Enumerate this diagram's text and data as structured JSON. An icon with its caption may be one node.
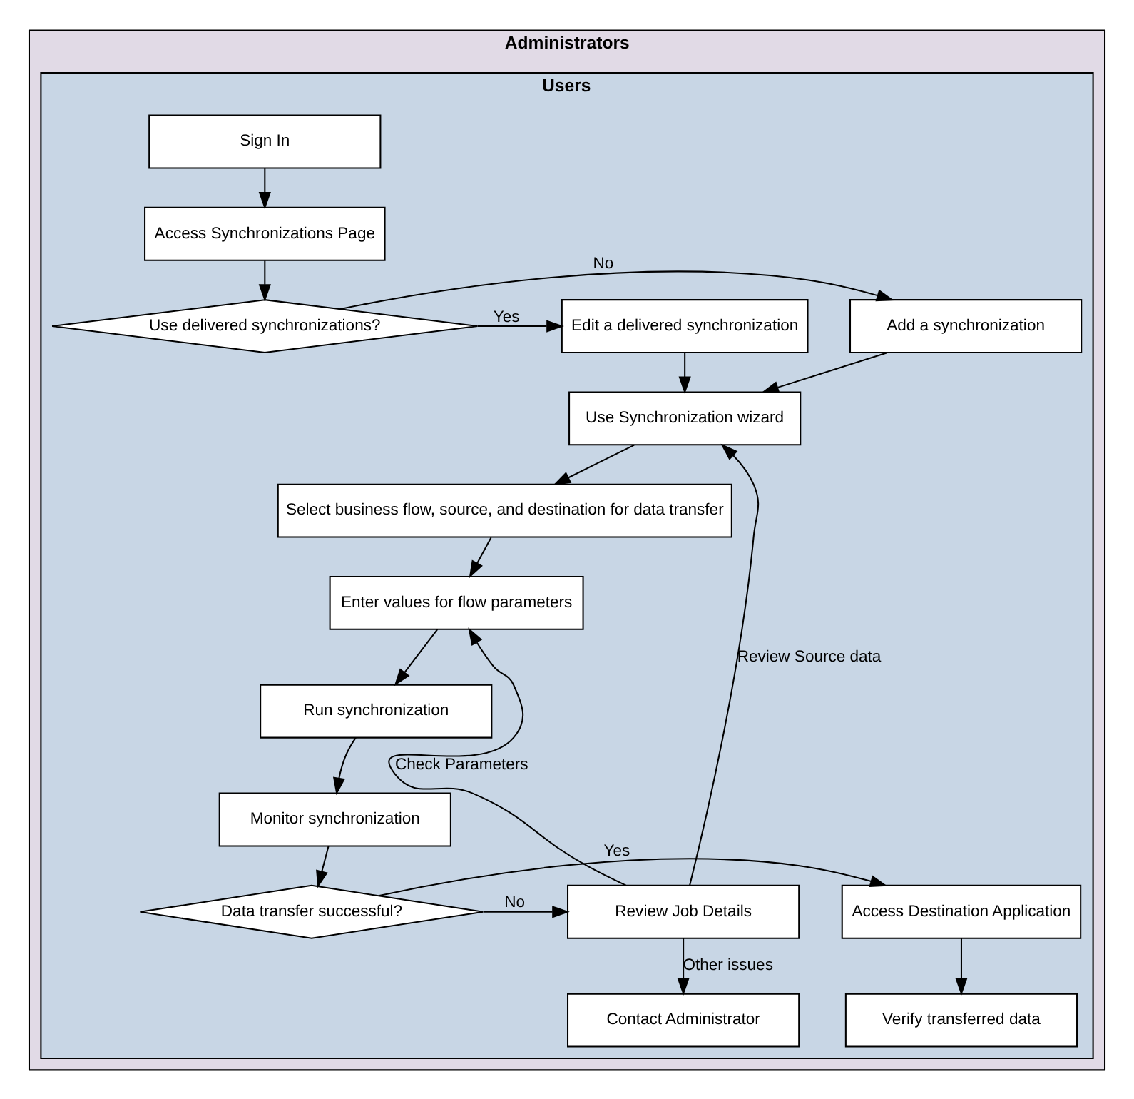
{
  "diagram": {
    "nodes": [
      {
        "text": [
          "Administrators"
        ]
      },
      {
        "text": [
          "Users"
        ],
        "in": 0
      },
      {
        "text": [
          "Sign In"
        ],
        "in": 1
      },
      {
        "text": [
          "Access Synchronizations Page"
        ],
        "in": 1
      },
      {
        "text": [
          "Use delivered synchronizations?"
        ],
        "in": 1
      },
      {
        "text": [
          "Add a synchronization"
        ],
        "in": 1
      },
      {
        "text": [
          "Edit a delivered synchronization"
        ],
        "in": 1
      },
      {
        "text": [
          "Use Synchronization wizard"
        ],
        "in": 1
      },
      {
        "text": [
          "Select business flow, source, and destination for data transfer"
        ],
        "in": 1
      },
      {
        "text": [
          "Enter values for flow parameters"
        ],
        "in": 1
      },
      {
        "text": [
          "Run synchronization"
        ],
        "in": 1
      },
      {
        "text": [
          "Monitor synchronization"
        ],
        "in": 1
      },
      {
        "text": [
          "Data transfer successful?"
        ],
        "in": 1
      },
      {
        "text": [
          "Access Destination Application"
        ],
        "in": 1
      },
      {
        "text": [
          "Review Job Details"
        ],
        "in": 1
      },
      {
        "text": [
          "Verify transferred data"
        ],
        "in": 1
      },
      {
        "text": [
          "Contact Administrator"
        ],
        "in": 1
      }
    ],
    "edges": [
      {
        "from": 2,
        "to": 3,
        "arrow": "to"
      },
      {
        "from": 3,
        "to": 4,
        "arrow": "to"
      },
      {
        "from": 4,
        "to": 5,
        "arrow": "to",
        "label": "No"
      },
      {
        "from": 4,
        "to": 6,
        "arrow": "to",
        "label": "Yes"
      },
      {
        "from": 5,
        "to": 7,
        "arrow": "to"
      },
      {
        "from": 6,
        "to": 7,
        "arrow": "to"
      },
      {
        "from": 7,
        "to": 8,
        "arrow": "to"
      },
      {
        "from": 8,
        "to": 9,
        "arrow": "to"
      },
      {
        "from": 9,
        "to": 10,
        "arrow": "to"
      },
      {
        "from": 10,
        "to": 11,
        "arrow": "to"
      },
      {
        "from": 11,
        "to": 12,
        "arrow": "to"
      },
      {
        "from": 12,
        "to": 13,
        "arrow": "to",
        "label": "Yes"
      },
      {
        "from": 12,
        "to": 14,
        "arrow": "to",
        "label": "No"
      },
      {
        "from": 13,
        "to": 15,
        "arrow": "to"
      },
      {
        "from": 14,
        "to": 9,
        "arrow": "to",
        "label": "Check Parameters"
      },
      {
        "from": 14,
        "to": 7,
        "arrow": "to",
        "label": "Review Source data"
      },
      {
        "from": 14,
        "to": 16,
        "arrow": "to",
        "label": "Other issues"
      }
    ]
  }
}
